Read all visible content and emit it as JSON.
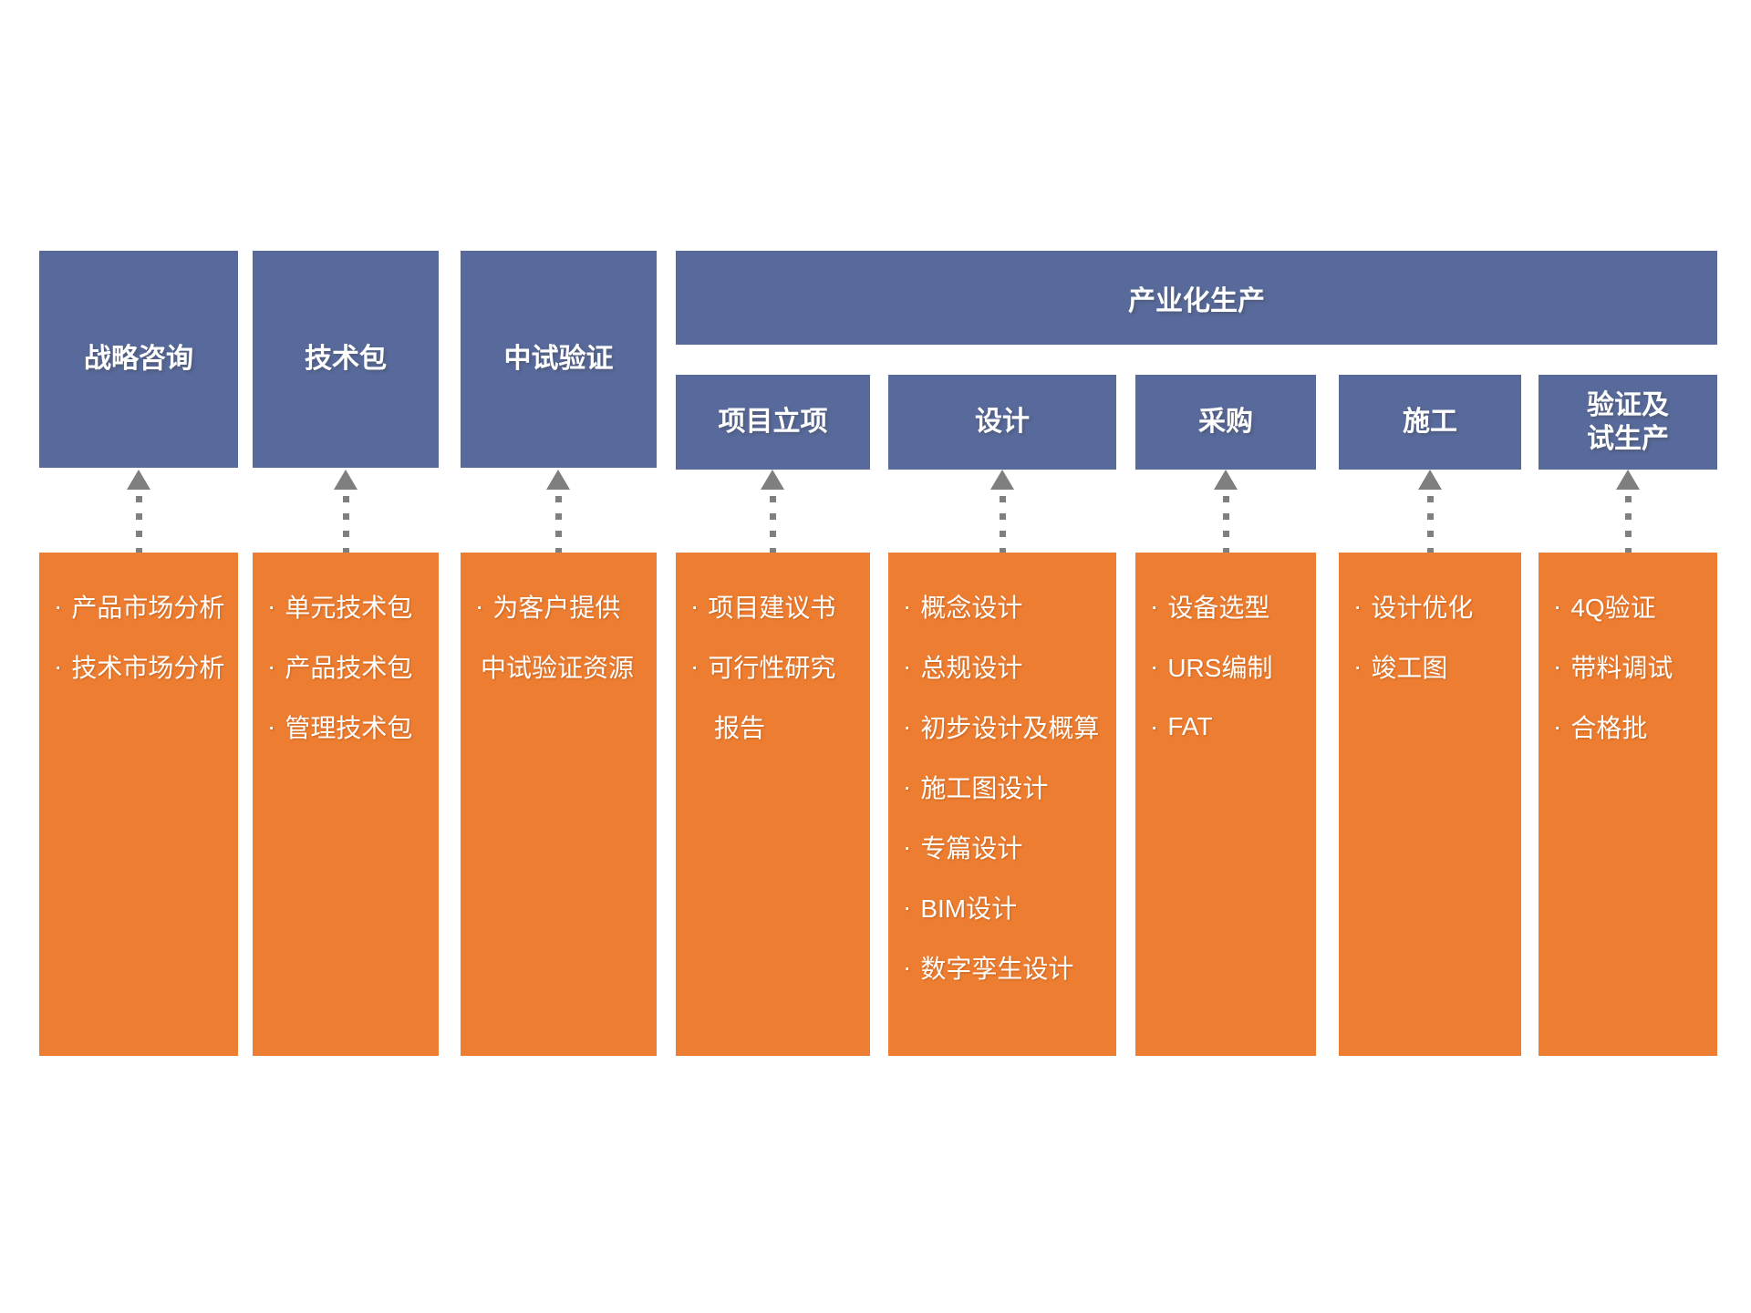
{
  "banner": {
    "label": "产业化生产"
  },
  "columns": [
    {
      "header": "战略咨询",
      "items": [
        {
          "bullet": true,
          "text": "产品市场分析"
        },
        {
          "bullet": true,
          "text": "技术市场分析"
        }
      ]
    },
    {
      "header": "技术包",
      "items": [
        {
          "bullet": true,
          "text": "单元技术包"
        },
        {
          "bullet": true,
          "text": "产品技术包"
        },
        {
          "bullet": true,
          "text": "管理技术包"
        }
      ]
    },
    {
      "header": "中试验证",
      "items": [
        {
          "bullet": true,
          "text": "为客户提供"
        },
        {
          "bullet": false,
          "indent": 0,
          "text": "中试验证资源"
        }
      ]
    },
    {
      "header": "项目立项",
      "items": [
        {
          "bullet": true,
          "text": "项目建议书"
        },
        {
          "bullet": true,
          "text": "可行性研究"
        },
        {
          "bullet": false,
          "indent": 1,
          "text": "报告"
        }
      ]
    },
    {
      "header": "设计",
      "items": [
        {
          "bullet": true,
          "text": "概念设计"
        },
        {
          "bullet": true,
          "text": "总规设计"
        },
        {
          "bullet": true,
          "text": "初步设计及概算"
        },
        {
          "bullet": true,
          "text": "施工图设计"
        },
        {
          "bullet": true,
          "text": "专篇设计"
        },
        {
          "bullet": true,
          "text": "BIM设计"
        },
        {
          "bullet": true,
          "text": "数字孪生设计"
        }
      ]
    },
    {
      "header": "采购",
      "items": [
        {
          "bullet": true,
          "text": "设备选型"
        },
        {
          "bullet": true,
          "text": "URS编制"
        },
        {
          "bullet": true,
          "text": "FAT"
        }
      ]
    },
    {
      "header": "施工",
      "items": [
        {
          "bullet": true,
          "text": "设计优化"
        },
        {
          "bullet": true,
          "text": "竣工图"
        }
      ]
    },
    {
      "header": "验证及\n试生产",
      "items": [
        {
          "bullet": true,
          "text": "4Q验证"
        },
        {
          "bullet": true,
          "text": "带料调试"
        },
        {
          "bullet": true,
          "text": "合格批"
        }
      ]
    }
  ],
  "colors": {
    "box_blue": "#586a9b",
    "panel_orange": "#ed7d31",
    "arrow_gray": "#7f7f7f",
    "text_white": "#ffffff"
  }
}
